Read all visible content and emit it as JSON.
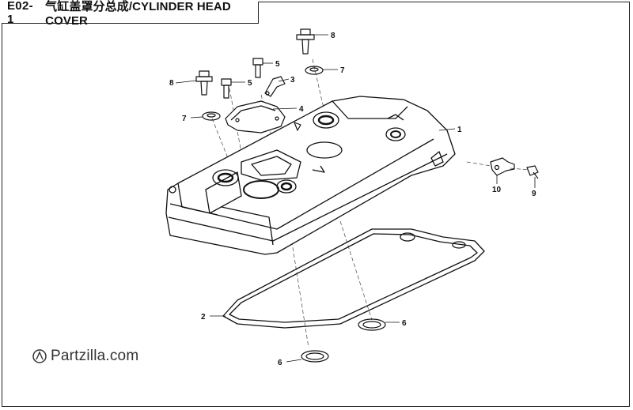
{
  "header": {
    "code": "E02-1",
    "title": "气缸盖罩分总成/CYLINDER HEAD COVER"
  },
  "callouts": [
    {
      "id": "c1",
      "label": "1"
    },
    {
      "id": "c2",
      "label": "2"
    },
    {
      "id": "c3",
      "label": "3"
    },
    {
      "id": "c4",
      "label": "4"
    },
    {
      "id": "c5a",
      "label": "5"
    },
    {
      "id": "c5b",
      "label": "5"
    },
    {
      "id": "c6a",
      "label": "6"
    },
    {
      "id": "c6b",
      "label": "6"
    },
    {
      "id": "c7a",
      "label": "7"
    },
    {
      "id": "c7b",
      "label": "7"
    },
    {
      "id": "c8a",
      "label": "8"
    },
    {
      "id": "c8b",
      "label": "8"
    },
    {
      "id": "c9",
      "label": "9"
    },
    {
      "id": "c10",
      "label": "10"
    }
  ],
  "watermark": {
    "text": "Partzilla.com",
    "icon": "partzilla-logo-icon"
  }
}
